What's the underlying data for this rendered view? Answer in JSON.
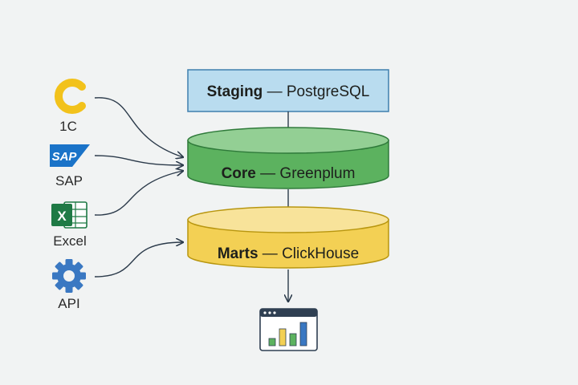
{
  "sources": [
    {
      "id": "1c",
      "label": "1C",
      "icon": "1c-logo-icon"
    },
    {
      "id": "sap",
      "label": "SAP",
      "icon": "sap-logo-icon",
      "logo_text": "SAP"
    },
    {
      "id": "excel",
      "label": "Excel",
      "icon": "excel-icon",
      "logo_text": "X"
    },
    {
      "id": "api",
      "label": "API",
      "icon": "gear-icon"
    }
  ],
  "layers": {
    "staging": {
      "name": "Staging",
      "sep": " — ",
      "tech": "PostgreSQL"
    },
    "core": {
      "name": "Core",
      "sep": " — ",
      "tech": "Greenplum"
    },
    "marts": {
      "name": "Marts",
      "sep": " — ",
      "tech": "ClickHouse"
    }
  },
  "output": {
    "icon": "dashboard-chart-icon"
  },
  "colors": {
    "staging_fill": "#b9dcef",
    "staging_stroke": "#3f7fae",
    "core_fill": "#5cb25f",
    "core_top": "#93cf94",
    "core_stroke": "#2f7a3a",
    "marts_fill": "#f3d054",
    "marts_top": "#f8e39a",
    "marts_stroke": "#b8960f",
    "onec_yellow": "#f2c21b",
    "sap_blue": "#1a73c8",
    "excel_green": "#1f7a45",
    "api_blue": "#3a78c2",
    "arrow": "#2b3a4a"
  }
}
